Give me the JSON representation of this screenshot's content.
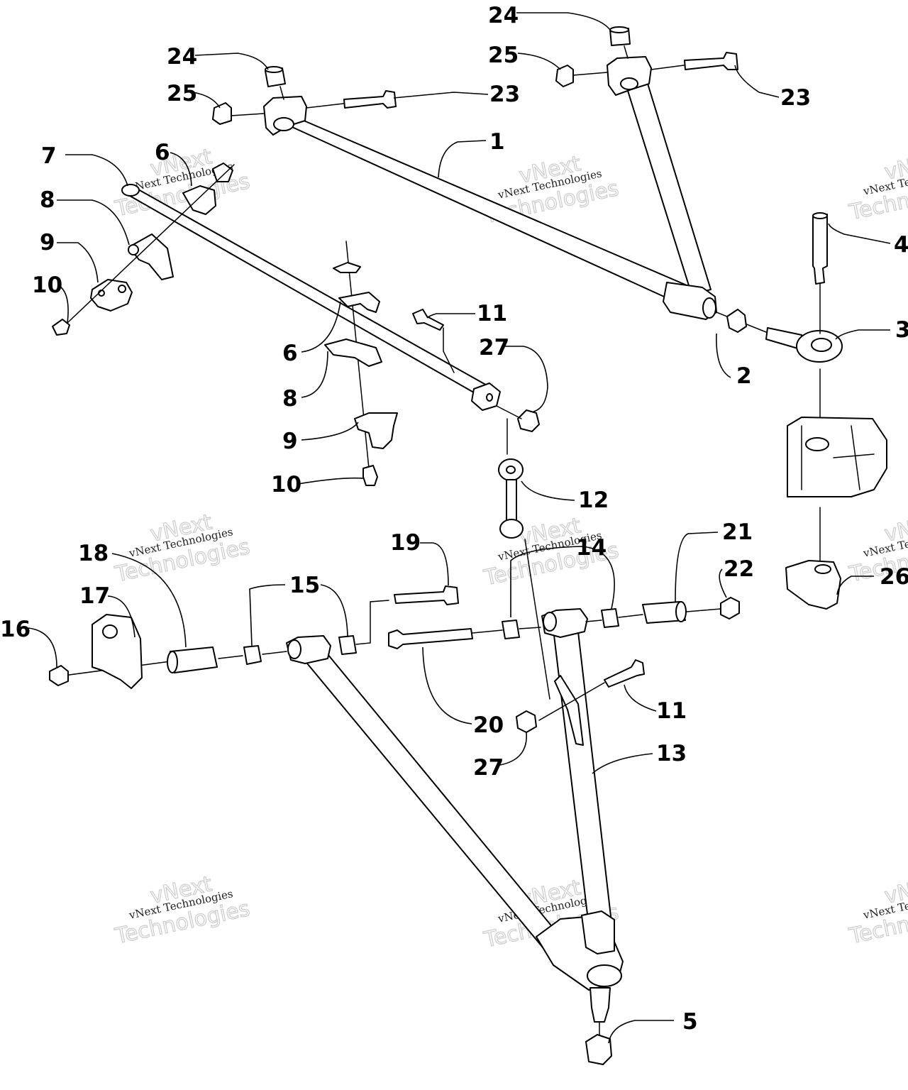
{
  "watermark": {
    "line1": "vNext Technologies",
    "line2": "Technologies",
    "ghost": "vNext"
  },
  "callouts": [
    {
      "id": "c1",
      "label": "1"
    },
    {
      "id": "c2",
      "label": "2"
    },
    {
      "id": "c3",
      "label": "3"
    },
    {
      "id": "c4",
      "label": "4"
    },
    {
      "id": "c5",
      "label": "5"
    },
    {
      "id": "c6a",
      "label": "6"
    },
    {
      "id": "c6b",
      "label": "6"
    },
    {
      "id": "c7",
      "label": "7"
    },
    {
      "id": "c8a",
      "label": "8"
    },
    {
      "id": "c8b",
      "label": "8"
    },
    {
      "id": "c9a",
      "label": "9"
    },
    {
      "id": "c9b",
      "label": "9"
    },
    {
      "id": "c10a",
      "label": "10"
    },
    {
      "id": "c10b",
      "label": "10"
    },
    {
      "id": "c11a",
      "label": "11"
    },
    {
      "id": "c11b",
      "label": "11"
    },
    {
      "id": "c12",
      "label": "12"
    },
    {
      "id": "c13",
      "label": "13"
    },
    {
      "id": "c14",
      "label": "14"
    },
    {
      "id": "c15",
      "label": "15"
    },
    {
      "id": "c16",
      "label": "16"
    },
    {
      "id": "c17",
      "label": "17"
    },
    {
      "id": "c18",
      "label": "18"
    },
    {
      "id": "c19",
      "label": "19"
    },
    {
      "id": "c20",
      "label": "20"
    },
    {
      "id": "c21",
      "label": "21"
    },
    {
      "id": "c22",
      "label": "22"
    },
    {
      "id": "c23a",
      "label": "23"
    },
    {
      "id": "c23b",
      "label": "23"
    },
    {
      "id": "c24a",
      "label": "24"
    },
    {
      "id": "c24b",
      "label": "24"
    },
    {
      "id": "c25a",
      "label": "25"
    },
    {
      "id": "c25b",
      "label": "25"
    },
    {
      "id": "c26",
      "label": "26"
    },
    {
      "id": "c27a",
      "label": "27"
    },
    {
      "id": "c27b",
      "label": "27"
    }
  ]
}
